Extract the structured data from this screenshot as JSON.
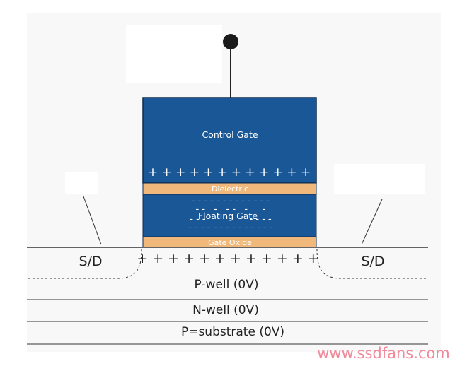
{
  "labels": {
    "control_gate": "Control Gate",
    "dielectric": "Dielectric",
    "floating_gate": "Floating Gate",
    "gate_oxide": "Gate Oxide",
    "source_drain_left": "S/D",
    "source_drain_right": "S/D",
    "p_well": "P-well (0V)",
    "n_well": "N-well (0V)",
    "p_substrate": "P=substrate (0V)"
  },
  "charges": {
    "control_gate_row": "+ + + + + + + + + + + +",
    "channel_row": "+ + + + + + + + + + + +",
    "floating_row_1": "- - - - - - - - - - - - -",
    "floating_row_2": "- -   -   - -   -     -",
    "floating_row_3": "- - -               - - - -",
    "floating_row_4": "- - - - - - - - - - - - - -"
  },
  "watermark": "www.ssdfans.com",
  "colors": {
    "gate_blue": "#1a5796",
    "gate_border": "#0d2b4d",
    "orange_layer": "#f0b87a",
    "watermark": "#f08a9a",
    "background_panel": "#f7f7f7",
    "line": "#333333"
  }
}
